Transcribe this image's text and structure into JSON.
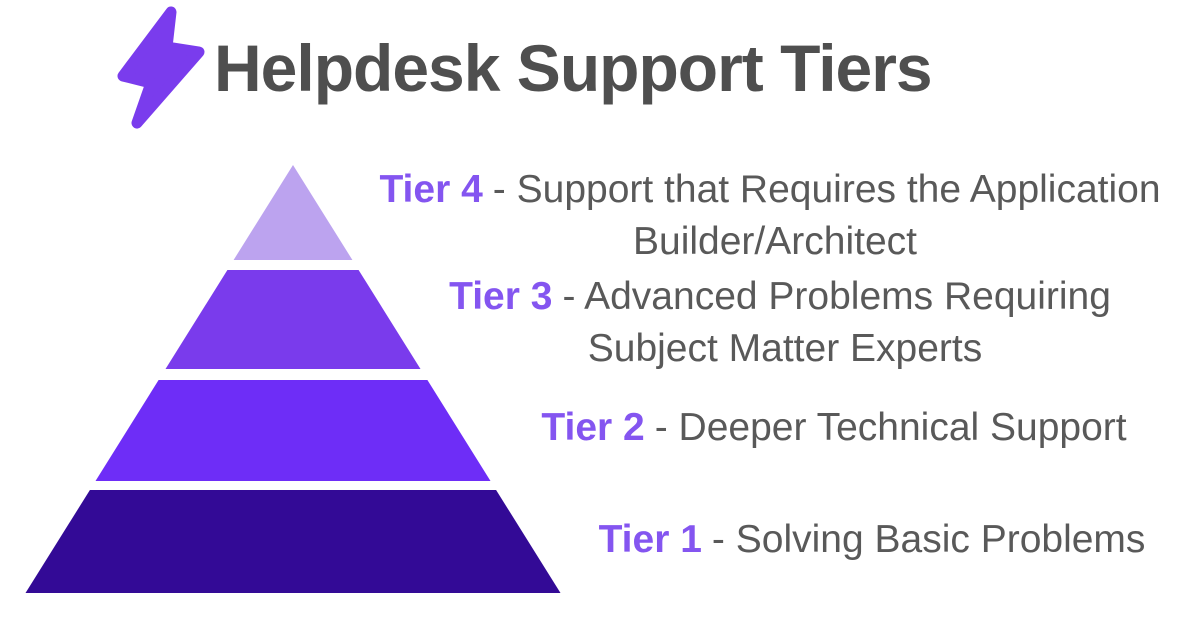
{
  "header": {
    "title": "Helpdesk Support Tiers",
    "icon": "lightning-bolt-icon"
  },
  "colors": {
    "background": "#ffffff",
    "brand_purple": "#7A3CED",
    "title_gray": "#4F4F4F",
    "tier_label_purple": "#8455F0",
    "description_gray": "#595959"
  },
  "pyramid": {
    "tiers": [
      {
        "level": 4,
        "label": "Tier 4",
        "desc_line1": "- Support that Requires the Application",
        "desc_line2": "Builder/Architect",
        "color": "#BCA3EF"
      },
      {
        "level": 3,
        "label": "Tier 3",
        "desc_line1": "- Advanced Problems Requiring",
        "desc_line2": "Subject Matter Experts",
        "color": "#7A3BEC"
      },
      {
        "level": 2,
        "label": "Tier 2",
        "desc_line1": "- Deeper Technical Support",
        "desc_line2": "",
        "color": "#6E2DF7"
      },
      {
        "level": 1,
        "label": "Tier 1",
        "desc_line1": "- Solving Basic Problems",
        "desc_line2": "",
        "color": "#330A96"
      }
    ]
  }
}
